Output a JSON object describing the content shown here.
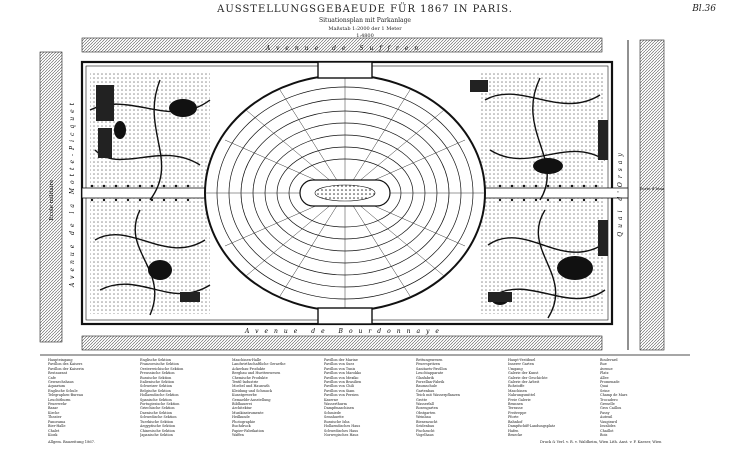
{
  "header": {
    "title": "AUSSTELLUNGSGEBAEUDE FÜR 1867 IN PARIS.",
    "subtitle": "Situationsplan mit Parkanlage",
    "scale": "Maßstab 1:2000 der 1 Meter",
    "scale_detail": "1:4800",
    "plate": "Bl.36"
  },
  "streets": {
    "top": "Avenue de Suffren",
    "bottom": "Avenue de Bourdonnaye",
    "left": "Avenue de la Motte-Picquet",
    "school": "Ecole militaire",
    "right": "Quai d'Orsay",
    "bridge": "Porte d'Iéna"
  },
  "legend": {
    "columns": [
      [
        "Haupteingang",
        "Pavillon des Kaisers",
        "Pavillon der Kaiserin",
        "Restaurant",
        "Cafe",
        "Gewaechshaus",
        "Aquarium",
        "Englische Schule",
        "Telegraphen-Bureau",
        "Leuchtthurm",
        "Feuerwehr",
        "Bazar",
        "Kirche",
        "Theater",
        "Panorama",
        "Bier-Halle",
        "Chalet",
        "Kiosk"
      ],
      [
        "Englische Sektion",
        "Franzoesische Sektion",
        "Oesterreichische Sektion",
        "Preussische Sektion",
        "Russische Sektion",
        "Italienische Sektion",
        "Schweizer Sektion",
        "Belgische Sektion",
        "Hollaendische Sektion",
        "Spanische Sektion",
        "Portugiesische Sektion",
        "Griechische Sektion",
        "Daenische Sektion",
        "Schwedische Sektion",
        "Tuerkische Sektion",
        "Aegyptische Sektion",
        "Chinesische Sektion",
        "Japanische Sektion"
      ],
      [
        "Maschinen-Halle",
        "Landwirthschaftliche Geraethe",
        "Ackerbau-Produkte",
        "Bergbau und Huettenwesen",
        "Chemische Produkte",
        "Textil-Industrie",
        "Moebel und Hausrath",
        "Kleidung und Schmuck",
        "Kunstgewerbe",
        "Gemaelde-Ausstellung",
        "Bildhauerei",
        "Architektur",
        "Musikinstrumente",
        "Heilkunde",
        "Photographie",
        "Buchdruck",
        "Papier-Fabrikation",
        "Waffen"
      ],
      [
        "Pavillon der Marine",
        "Pavillon von Suez",
        "Pavillon von Tunis",
        "Pavillon von Marokko",
        "Pavillon von Mexiko",
        "Pavillon von Brasilien",
        "Pavillon von Chili",
        "Pavillon von Siam",
        "Pavillon von Persien",
        "Kaserne",
        "Wasserthurm",
        "Dampfmaschinen",
        "Schmiede",
        "Sennhuette",
        "Russische Isba",
        "Hollaendisches Haus",
        "Schwedisches Haus",
        "Norwegisches Haus"
      ],
      [
        "Rettungswesen",
        "Feuerspritzen",
        "Sanitaets-Pavillon",
        "Leuchtapparate",
        "Glasfabrik",
        "Porzellan-Fabrik",
        "Baumschule",
        "Gartenbau",
        "Teich mit Wasserpflanzen",
        "Grotte",
        "Wasserfall",
        "Rosengarten",
        "Obstgarten",
        "Weinbau",
        "Bienenzucht",
        "Seidenbau",
        "Fischzucht",
        "Vogelhaus"
      ],
      [
        "Haupt-Vestibuel",
        "Innerer Garten",
        "Umgang",
        "Galerie der Kunst",
        "Galerie der Geschichte",
        "Galerie der Arbeit",
        "Rohstoffe",
        "Maschinen",
        "Nahrungsmittel",
        "Freie Galerie",
        "Brunnen",
        "Terrasse",
        "Freitreppe",
        "Pforte",
        "Bahnhof",
        "Dampfschiff-Landungsplatz",
        "Hafen",
        "Bruecke"
      ],
      [
        "Boulevard",
        "Rue",
        "Avenue",
        "Platz",
        "Allee",
        "Promenade",
        "Quai",
        "Seine",
        "Champ de Mars",
        "Trocadero",
        "Grenelle",
        "Gros Caillou",
        "Passy",
        "Auteuil",
        "Vaugirard",
        "Invalides",
        "Chaillot",
        "Bois"
      ]
    ]
  },
  "footer": {
    "left": "Allgem. Bauzeitung 1867.",
    "right": "Druck & Verl. v. R. v. Waldheim, Wien  Lith. Anst. v. F. Kaeser, Wien"
  }
}
